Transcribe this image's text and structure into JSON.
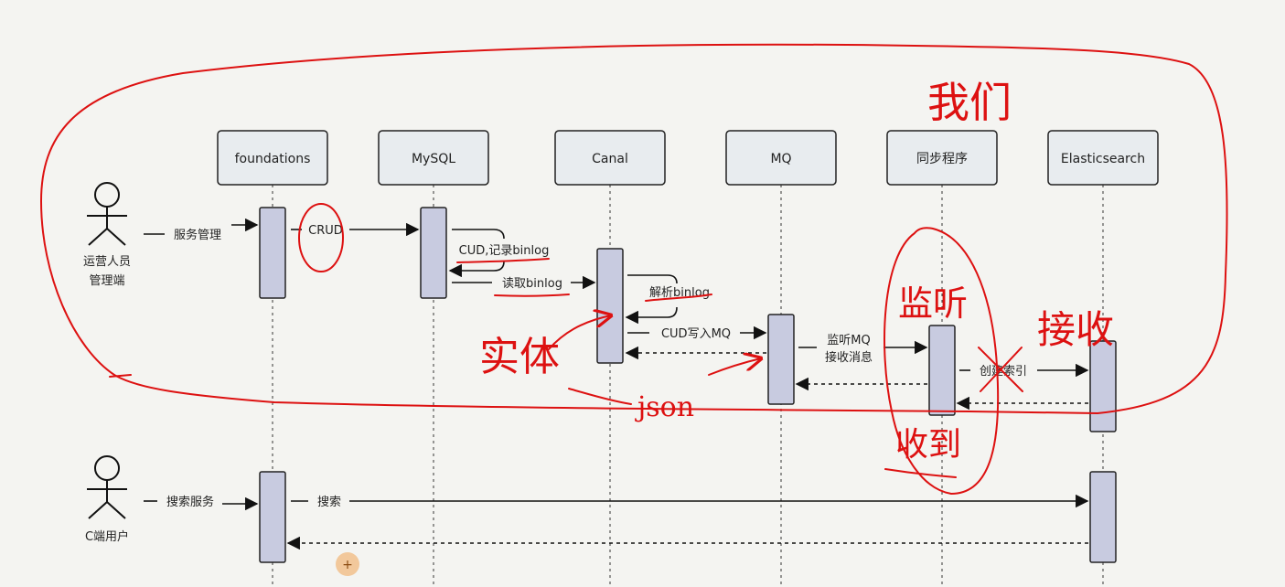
{
  "participants": [
    "foundations",
    "MySQL",
    "Canal",
    "MQ",
    "同步程序",
    "Elasticsearch"
  ],
  "actors": [
    {
      "line1": "运营人员",
      "line2": "管理端"
    },
    {
      "line1": "C端用户",
      "line2": ""
    }
  ],
  "messages": {
    "service_mgmt": "服务管理",
    "crud": "CRUD",
    "cud_binlog": "CUD,记录binlog",
    "read_binlog": "读取binlog",
    "parse_binlog": "解析binlog",
    "cud_mq": "CUD写入MQ",
    "listen_mq_1": "监听MQ",
    "listen_mq_2": "接收消息",
    "create_index": "创建索引",
    "search_service": "搜索服务",
    "search": "搜索"
  },
  "annotations": {
    "us": "我们",
    "entity": "实体",
    "json": "json",
    "listen": "监听",
    "receive": "接收",
    "handwritten_1": "收到",
    "plus_button": "+"
  },
  "colors": {
    "background": "#f4f4f1",
    "participant_fill": "#e8ecef",
    "activation_fill": "#c8cbe0",
    "stroke": "#222222",
    "ink": "#dd1111",
    "plus_button": "#f2c89b"
  }
}
